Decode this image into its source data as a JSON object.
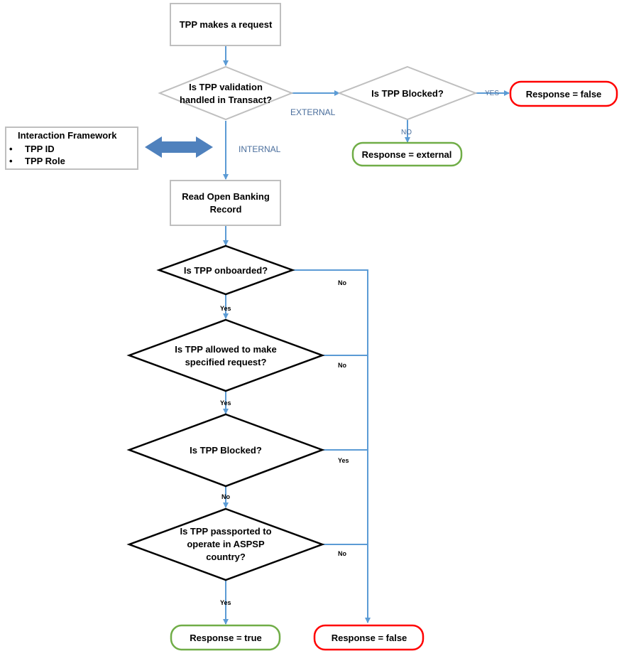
{
  "nodes": {
    "start": "TPP makes a request",
    "validation_q": [
      "Is TPP validation",
      "handled in Transact?"
    ],
    "blocked_external_q": "Is TPP Blocked?",
    "response_false_top": "Response = false",
    "response_external": "Response = external",
    "read_record": [
      "Read Open Banking",
      "Record"
    ],
    "onboarded_q": "Is TPP onboarded?",
    "allowed_q": [
      "Is TPP allowed to make",
      "specified request?"
    ],
    "blocked_q": "Is TPP Blocked?",
    "passported_q": [
      "Is TPP passported to",
      "operate in ASPSP",
      "country?"
    ],
    "response_true": "Response = true",
    "response_false_bottom": "Response = false"
  },
  "interaction_framework": {
    "title": "Interaction Framework",
    "items": [
      "TPP ID",
      "TPP Role"
    ]
  },
  "edge_labels": {
    "external": "EXTERNAL",
    "internal": "INTERNAL",
    "yes_top": "YES",
    "no_top": "NO",
    "onboarded_yes": "Yes",
    "onboarded_no": "No",
    "allowed_yes": "Yes",
    "allowed_no": "No",
    "blocked_no": "No",
    "blocked_yes": "Yes",
    "passported_yes": "Yes",
    "passported_no": "No"
  },
  "colors": {
    "arrow_blue": "#5b9bd5",
    "double_arrow": "#4f81bd",
    "grey_border": "#bfbfbf",
    "green_border": "#70ad47",
    "red_border": "#ff0000",
    "label_blue": "#4a6e9c"
  }
}
